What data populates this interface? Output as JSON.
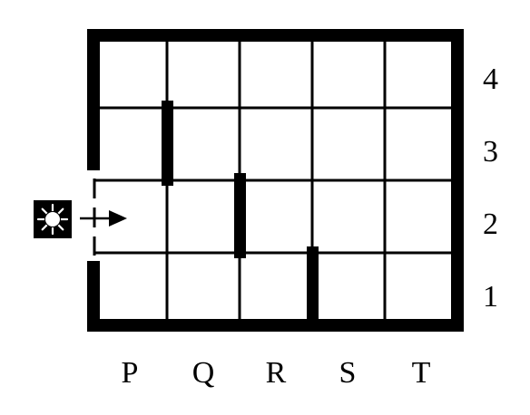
{
  "grid": {
    "columns": [
      "P",
      "Q",
      "R",
      "S",
      "T"
    ],
    "rows": [
      "4",
      "3",
      "2",
      "1"
    ]
  },
  "light_source": {
    "icon": "sun-icon"
  },
  "entry_arrow": {
    "icon": "arrow-right-icon"
  },
  "colors": {
    "wall": "#000000",
    "background": "#ffffff",
    "grid_line": "#000000"
  }
}
